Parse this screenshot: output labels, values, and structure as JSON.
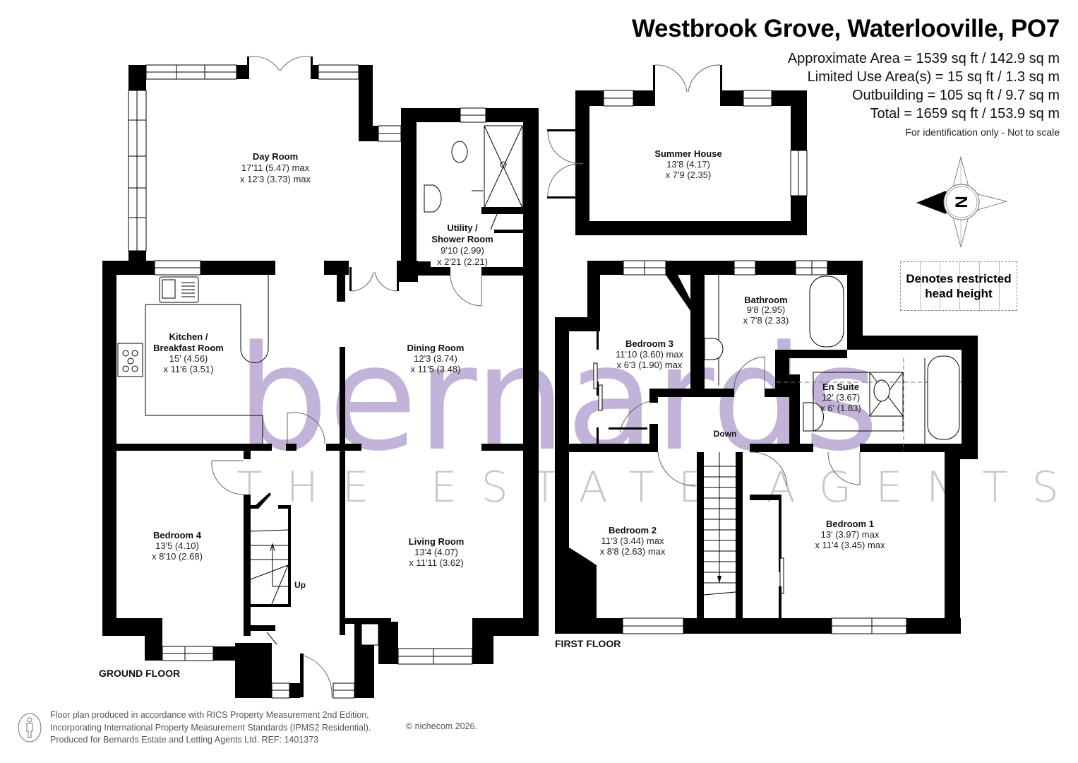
{
  "header": {
    "title": "Westbrook Grove, Waterlooville, PO7",
    "areas": [
      "Approximate Area = 1539 sq ft / 142.9 sq m",
      "Limited Use Area(s) = 15 sq ft / 1.3 sq m",
      "Outbuilding = 105 sq ft / 9.7 sq m",
      "Total = 1659 sq ft / 153.9 sq m"
    ],
    "note": "For identification only - Not to scale"
  },
  "compass": {
    "label": "N",
    "icon": "compass-rose-icon"
  },
  "legend": {
    "line1": "Denotes restricted",
    "line2": "head height"
  },
  "watermark": {
    "brand": "bernards",
    "tagline": "THE ESTATE AGENTS",
    "brand_color": "#b8a6d2",
    "tagline_color": "#c8c8c8"
  },
  "floors": {
    "ground": {
      "label": "GROUND FLOOR",
      "rooms": [
        {
          "name": "Day Room",
          "dims": [
            "17'11 (5.47) max",
            "x 12'3 (3.73) max"
          ]
        },
        {
          "name_lines": [
            "Utility /",
            "Shower Room"
          ],
          "dims": [
            "9'10 (2.99)",
            "x 2'21 (2.21)"
          ]
        },
        {
          "name_lines": [
            "Kitchen /",
            "Breakfast Room"
          ],
          "dims": [
            "15' (4.56)",
            "x 11'6 (3.51)"
          ]
        },
        {
          "name": "Dining Room",
          "dims": [
            "12'3 (3.74)",
            "x 11'5 (3.48)"
          ]
        },
        {
          "name": "Bedroom 4",
          "dims": [
            "13'5 (4.10)",
            "x 8'10 (2.68)"
          ]
        },
        {
          "name": "Living Room",
          "dims": [
            "13'4 (4.07)",
            "x 11'11 (3.62)"
          ]
        }
      ],
      "stairs_label": "Up"
    },
    "outbuilding": {
      "rooms": [
        {
          "name": "Summer House",
          "dims": [
            "13'8 (4.17)",
            "x 7'9 (2.35)"
          ]
        }
      ]
    },
    "first": {
      "label": "FIRST FLOOR",
      "rooms": [
        {
          "name": "Bathroom",
          "dims": [
            "9'8 (2.95)",
            "x 7'8 (2.33)"
          ]
        },
        {
          "name": "Bedroom 3",
          "dims": [
            "11'10 (3.60) max",
            "x 6'3 (1.90) max"
          ]
        },
        {
          "name": "En Suite",
          "dims": [
            "12' (3.67)",
            "x 6' (1.83)"
          ]
        },
        {
          "name": "Bedroom 2",
          "dims": [
            "11'3 (3.44) max",
            "x 8'8 (2.63) max"
          ]
        },
        {
          "name": "Bedroom 1",
          "dims": [
            "13' (3.97) max",
            "x 11'4 (3.45) max"
          ]
        }
      ],
      "stairs_label": "Down"
    }
  },
  "footer": {
    "lines": [
      "Floor plan produced in accordance with RICS Property Measurement 2nd Edition,",
      "Incorporating International Property Measurement Standards (IPMS2 Residential).",
      "Produced for Bernards Estate and Letting Agents Ltd.   REF:  1401373"
    ],
    "copyright": "© nichecom 2026."
  }
}
